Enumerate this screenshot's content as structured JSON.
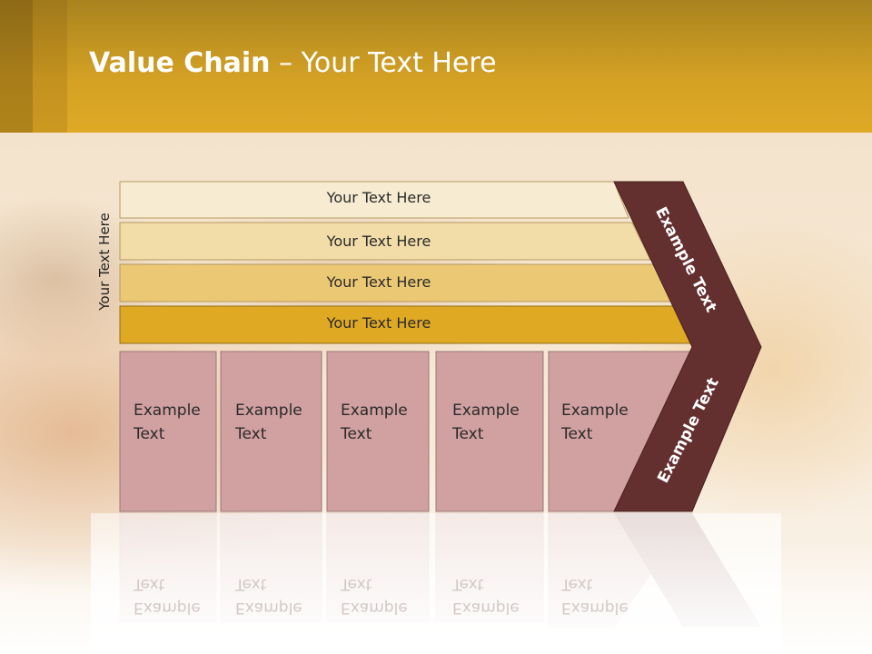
{
  "slide": {
    "title_bold": "Value Chain",
    "title_rest": " – Your Text Here",
    "side_label": "Your Text Here"
  },
  "rows": [
    {
      "label": "Your Text Here",
      "color": "#f7ecd1"
    },
    {
      "label": "Your Text Here",
      "color": "#f2dca8"
    },
    {
      "label": "Your Text Here",
      "color": "#ebc874"
    },
    {
      "label": "Your Text Here",
      "color": "#e0a923"
    }
  ],
  "boxes": [
    {
      "label": "Example Text"
    },
    {
      "label": "Example Text"
    },
    {
      "label": "Example Text"
    },
    {
      "label": "Example Text"
    },
    {
      "label": "Example Text"
    }
  ],
  "chevron": {
    "top_label": "Example Text",
    "bottom_label": "Example Text",
    "color": "#642f2f"
  },
  "colors": {
    "header": "#deaa25",
    "box_fill": "#d1a1a1"
  }
}
